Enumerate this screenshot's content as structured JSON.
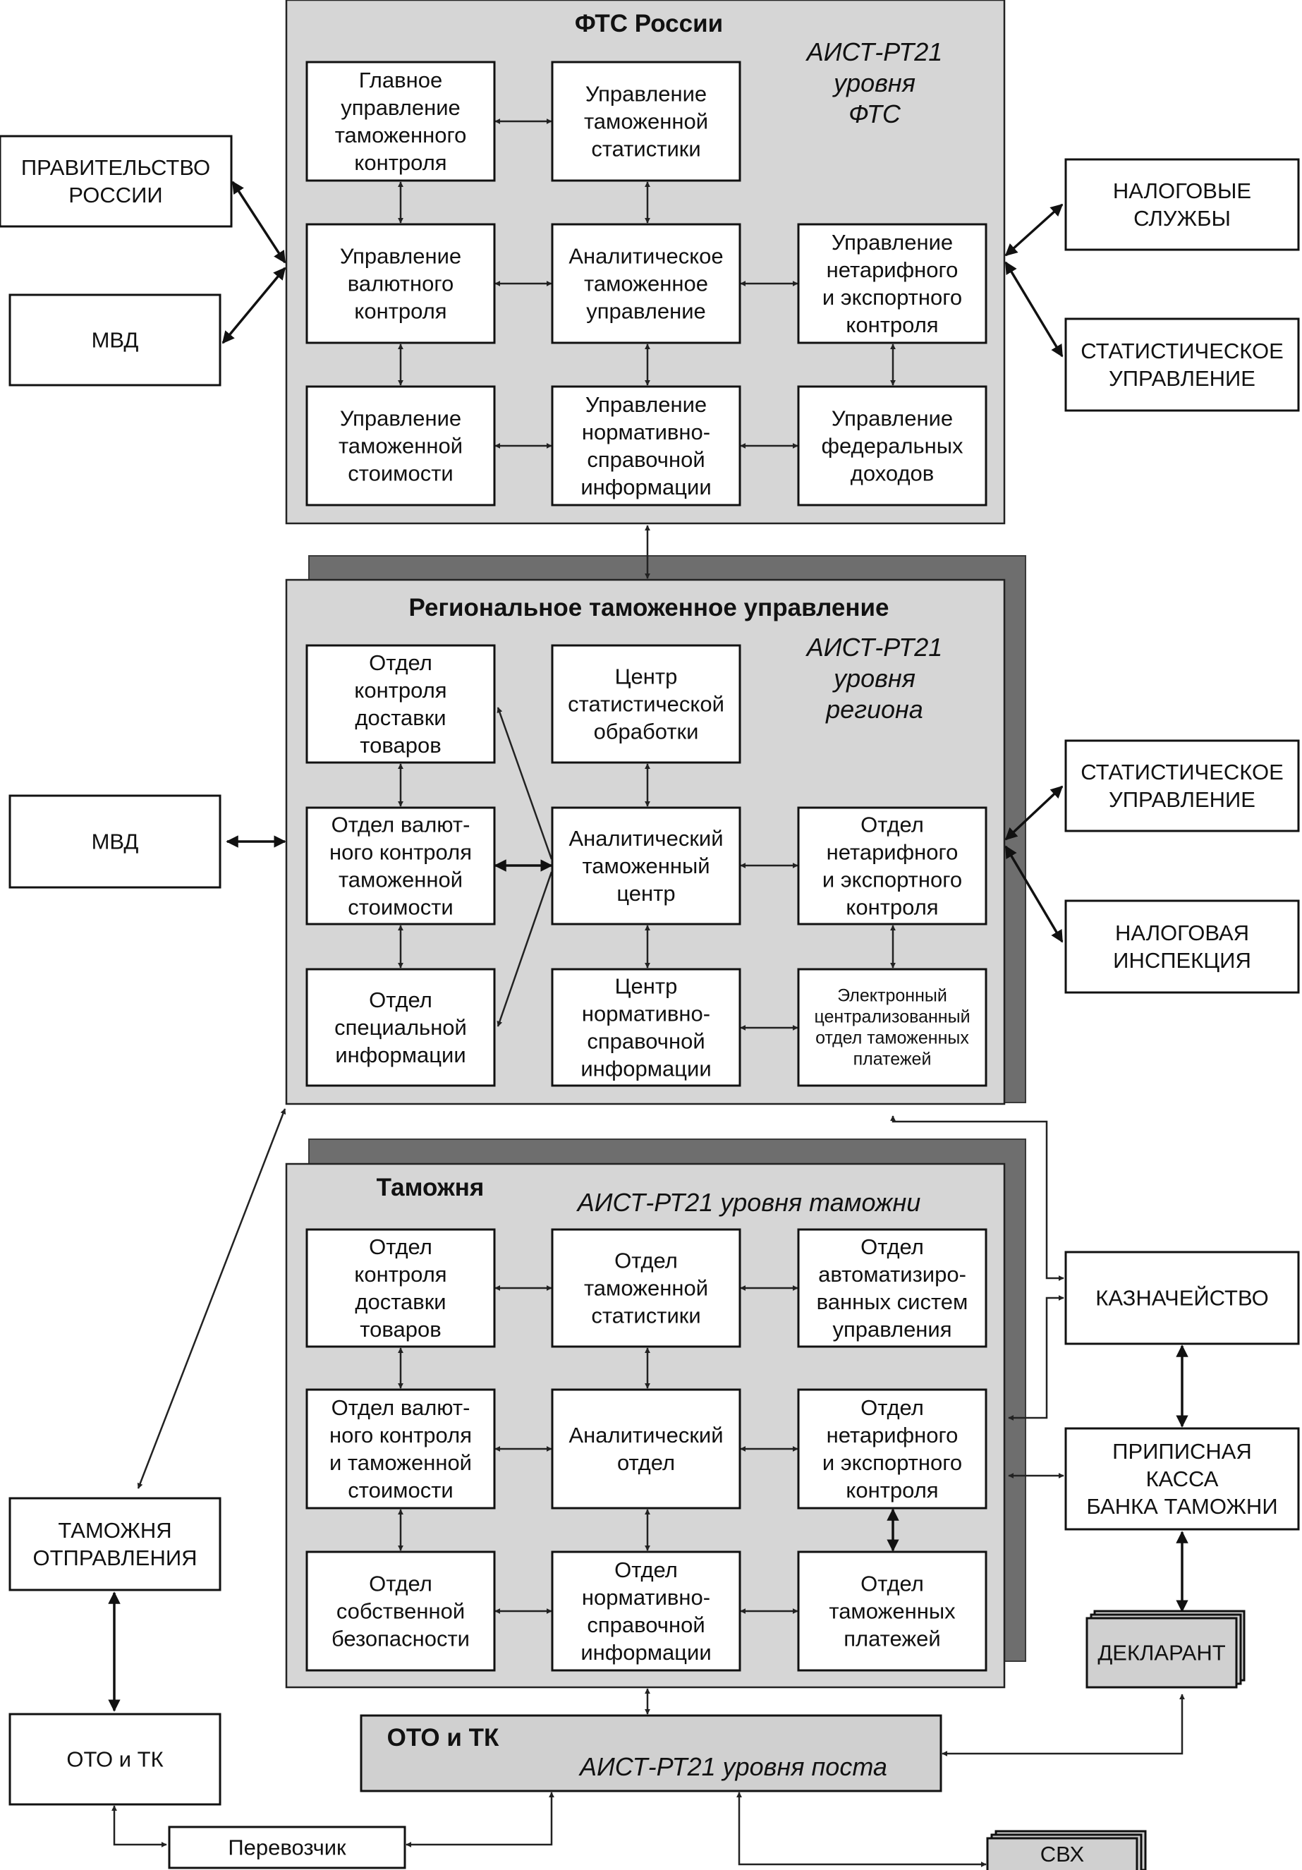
{
  "fts": {
    "title": "ФТС России",
    "system": [
      "АИСТ-РТ21",
      "уровня",
      "ФТС"
    ],
    "boxes": {
      "main_control": [
        "Главное",
        "управление",
        "таможенного",
        "контроля"
      ],
      "statistics": [
        "Управление",
        "таможенной",
        "статистики"
      ],
      "currency": [
        "Управление",
        "валютного",
        "контроля"
      ],
      "analytic": [
        "Аналитическое",
        "таможенное",
        "управление"
      ],
      "nontariff": [
        "Управление",
        "нетарифного",
        "и экспортного",
        "контроля"
      ],
      "value": [
        "Управление",
        "таможенной",
        "стоимости"
      ],
      "reference": [
        "Управление",
        "нормативно-",
        "справочной",
        "информации"
      ],
      "federal": [
        "Управление",
        "федеральных",
        "доходов"
      ]
    }
  },
  "rtu": {
    "title": "Региональное таможенное управление",
    "system": [
      "АИСТ-РТ21",
      "уровня",
      "региона"
    ],
    "boxes": {
      "delivery": [
        "Отдел",
        "контроля",
        "доставки",
        "товаров"
      ],
      "stat_center": [
        "Центр",
        "статистической",
        "обработки"
      ],
      "currency": [
        "Отдел валют-",
        "ного контроля",
        "таможенной",
        "стоимости"
      ],
      "analytic": [
        "Аналитический",
        "таможенный",
        "центр"
      ],
      "nontariff": [
        "Отдел",
        "нетарифного",
        "и экспортного",
        "контроля"
      ],
      "special": [
        "Отдел",
        "специальной",
        "информации"
      ],
      "reference": [
        "Центр",
        "нормативно-",
        "справочной",
        "информации"
      ],
      "payments": [
        "Электронный",
        "централизованный",
        "отдел таможенных",
        "платежей"
      ]
    }
  },
  "customs": {
    "title": "Таможня",
    "system": "АИСТ-РТ21 уровня таможни",
    "boxes": {
      "delivery": [
        "Отдел",
        "контроля",
        "доставки",
        "товаров"
      ],
      "statistics": [
        "Отдел",
        "таможенной",
        "статистики"
      ],
      "automated": [
        "Отдел",
        "автоматизиро-",
        "ванных систем",
        "управления"
      ],
      "currency": [
        "Отдел валют-",
        "ного контроля",
        "и таможенной",
        "стоимости"
      ],
      "analytic": [
        "Аналитический",
        "отдел"
      ],
      "nontariff": [
        "Отдел",
        "нетарифного",
        "и экспортного",
        "контроля"
      ],
      "security": [
        "Отдел",
        "собственной",
        "безопасности"
      ],
      "reference": [
        "Отдел",
        "нормативно-",
        "справочной",
        "информации"
      ],
      "payments": [
        "Отдел",
        "таможенных",
        "платежей"
      ]
    }
  },
  "post": {
    "title": "ОТО и ТК",
    "system": "АИСТ-РТ21 уровня поста"
  },
  "external": {
    "government": [
      "ПРАВИТЕЛЬСТВО",
      "РОССИИ"
    ],
    "mvd_top": [
      "МВД"
    ],
    "tax_services": [
      "НАЛОГОВЫЕ",
      "СЛУЖБЫ"
    ],
    "stat_top": [
      "СТАТИСТИЧЕСКОЕ",
      "УПРАВЛЕНИЕ"
    ],
    "mvd_mid": [
      "МВД"
    ],
    "stat_mid": [
      "СТАТИСТИЧЕСКОЕ",
      "УПРАВЛЕНИЕ"
    ],
    "tax_inspection": [
      "НАЛОГОВАЯ",
      "ИНСПЕКЦИЯ"
    ],
    "treasury": [
      "КАЗНАЧЕЙСТВО"
    ],
    "bank": [
      "ПРИПИСНАЯ",
      "КАССА",
      "БАНКА ТАМОЖНИ"
    ],
    "departure": [
      "ТАМОЖНЯ",
      "ОТПРАВЛЕНИЯ"
    ],
    "declarant": [
      "ДЕКЛАРАНТ"
    ],
    "oto_tk": [
      "ОТО и ТК"
    ],
    "carrier": [
      "Перевозчик"
    ],
    "svh": [
      "СВХ"
    ]
  }
}
